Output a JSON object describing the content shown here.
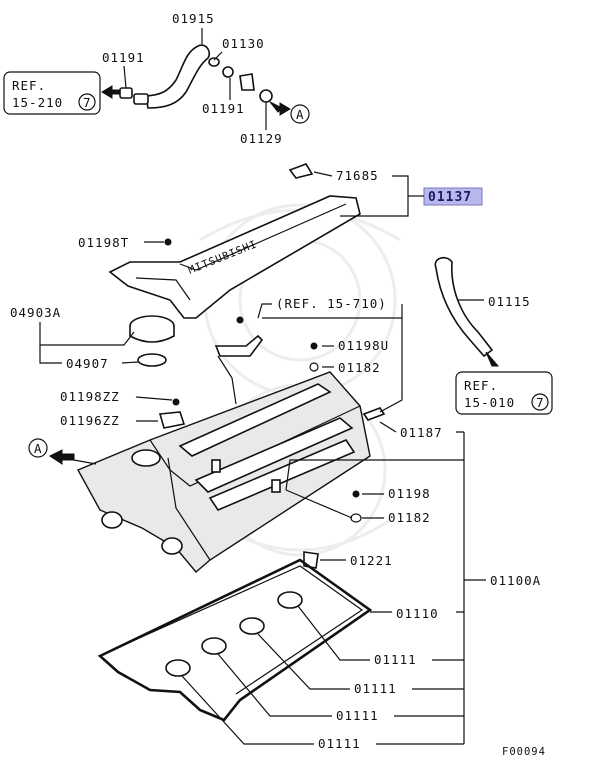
{
  "title": "Rocker cover parts diagram",
  "highlight_color": "#b8b8ec",
  "callouts": {
    "p01915": "01915",
    "p01130": "01130",
    "p01191a": "01191",
    "p01191b": "01191",
    "p01129": "01129",
    "p71685": "71685",
    "p01137": "01137",
    "p01198t": "01198T",
    "p04903a": "04903A",
    "p04907": "04907",
    "p01198u": "01198U",
    "p01182a": "01182",
    "p01198zz": "01198ZZ",
    "p01196zz": "01196ZZ",
    "p01115": "01115",
    "p01187": "01187",
    "p01198": "01198",
    "p01182b": "01182",
    "p01221": "01221",
    "p01100a": "01100A",
    "p01110": "01110",
    "p01111a": "01111",
    "p01111b": "01111",
    "p01111c": "01111",
    "p01111d": "01111"
  },
  "refs": {
    "ref_top_left_line1": "REF.",
    "ref_top_left_line2": "15-210",
    "ref_top_left_num": "7",
    "ref_mid": "(REF. 15-710)",
    "ref_right_line1": "REF.",
    "ref_right_line2": "15-010",
    "ref_right_num": "7"
  },
  "markers": {
    "a_top": "A",
    "a_left": "A"
  },
  "cover_text": "MITSUBISHI",
  "figure_code": "F00094"
}
